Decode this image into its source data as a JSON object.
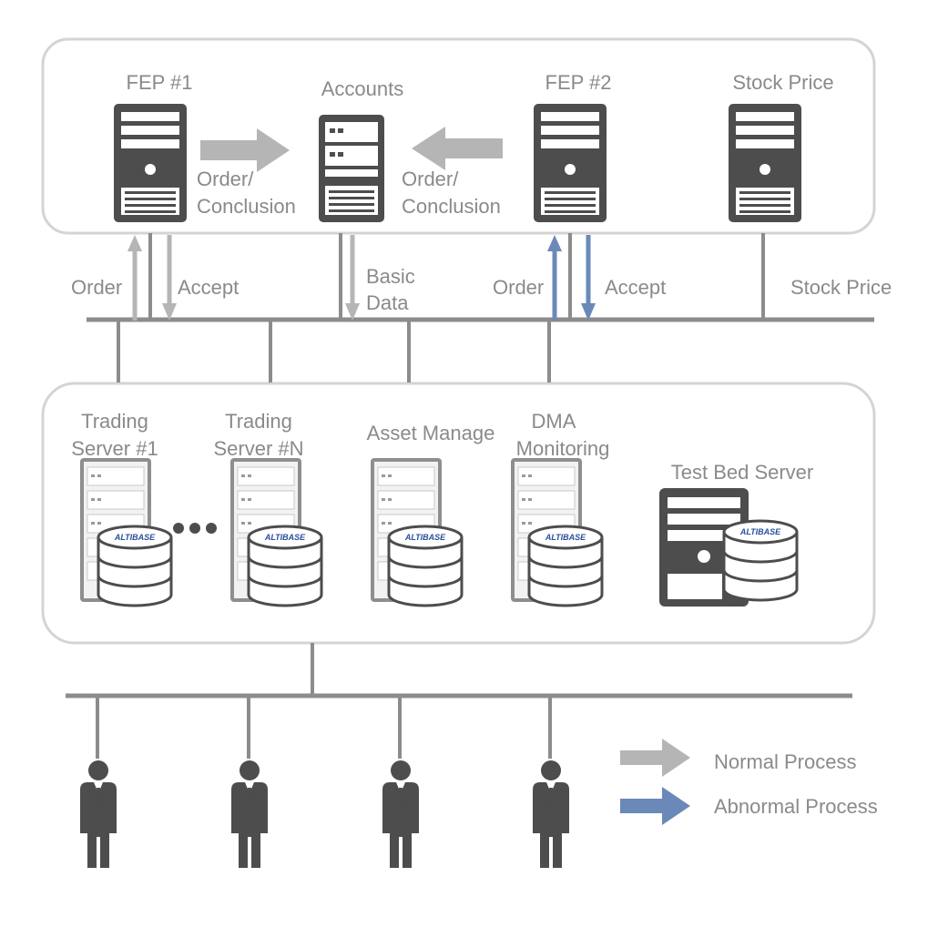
{
  "colors": {
    "normal": "#b5b5b5",
    "abnormal": "#6a89b8",
    "line": "#8c8c8c",
    "server_dark": "#4d4d4d",
    "panel_border": "#d4d4d4",
    "text": "#8a8a8a"
  },
  "top_panel": {
    "fep1": "FEP #1",
    "accounts": "Accounts",
    "fep2": "FEP #2",
    "stock_price": "Stock Price",
    "order_conclusion_left": [
      "Order/",
      "Conclusion"
    ],
    "order_conclusion_right": [
      "Order/",
      "Conclusion"
    ]
  },
  "links": {
    "order_left": "Order",
    "accept_left": "Accept",
    "basic_data": [
      "Basic",
      "Data"
    ],
    "order_right": "Order",
    "accept_right": "Accept",
    "stock_price": "Stock Price"
  },
  "bottom_panel": {
    "trading1": [
      "Trading",
      "Server #1"
    ],
    "tradingN": [
      "Trading",
      "Server #N"
    ],
    "asset": "Asset Manage",
    "dma": [
      "DMA",
      "Monitoring"
    ],
    "testbed": "Test Bed Server",
    "db_logo": "ALTIBASE"
  },
  "legend": {
    "normal": "Normal Process",
    "abnormal": "Abnormal Process"
  }
}
